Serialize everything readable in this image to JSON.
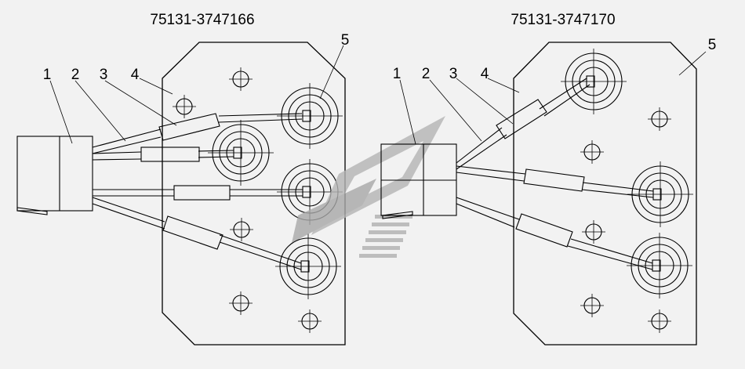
{
  "diagram": {
    "left_assembly": {
      "part_number": "75131-3747166",
      "callouts": [
        "1",
        "2",
        "3",
        "4",
        "5"
      ]
    },
    "right_assembly": {
      "part_number": "75131-3747170",
      "callouts": [
        "1",
        "2",
        "3",
        "4",
        "5"
      ]
    }
  },
  "colors": {
    "line": "#000000",
    "background": "#f2f2f2",
    "watermark": "#a8a8a8"
  },
  "icons": {
    "watermark": "logo-watermark-icon",
    "terminal": "ring-terminal-icon",
    "mount_hole": "mount-hole-icon"
  }
}
